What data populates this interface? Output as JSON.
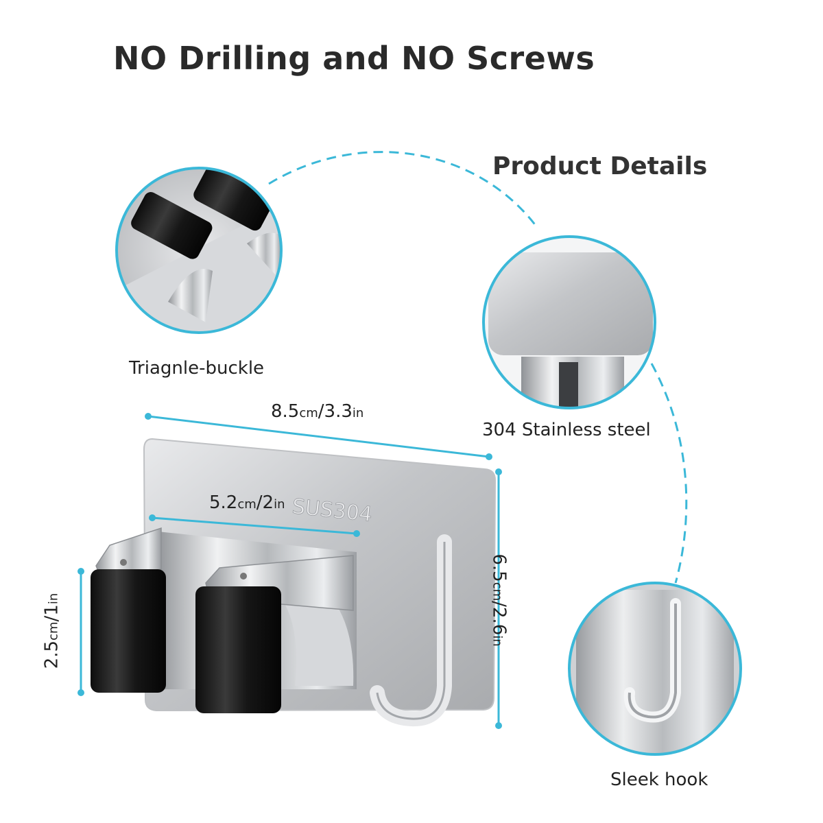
{
  "headline": "NO Drilling and NO Screws",
  "subhead": "Product Details",
  "callouts": {
    "buckle": "Triagnle-buckle",
    "steel": "304 Stainless steel",
    "hook": "Sleek hook"
  },
  "product": {
    "engraving": "SUS304"
  },
  "dimensions": {
    "width_full": {
      "num": "8.5",
      "u1": "cm",
      "mid": "/3.3",
      "u2": "in"
    },
    "width_inner": {
      "num": "5.2",
      "u1": "cm",
      "mid": "/2",
      "u2": "in"
    },
    "height": {
      "num": "6.5",
      "u1": "cm",
      "mid": "/2.6",
      "u2": "in"
    },
    "clip_height": {
      "num": "2.5",
      "u1": "cm",
      "mid": "/1",
      "u2": "in"
    }
  },
  "colors": {
    "accent": "#3bb8d8",
    "steel": "#c9cbce",
    "rubber": "#1c1c1c"
  }
}
